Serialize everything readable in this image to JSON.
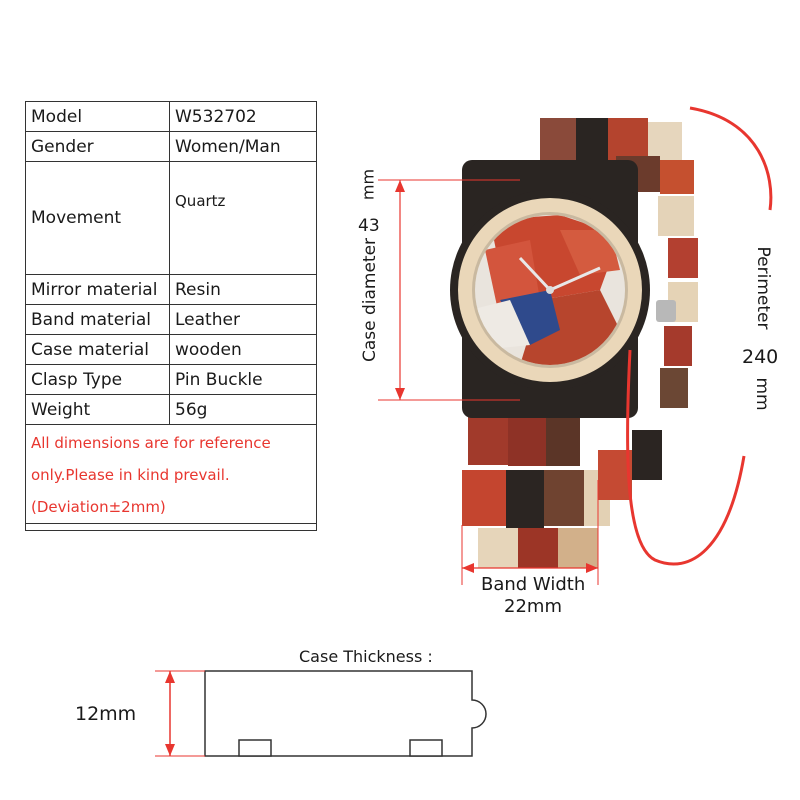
{
  "specs": {
    "rows": [
      {
        "key": "Model",
        "value": "W532702"
      },
      {
        "key": "Gender",
        "value": "Women/Man"
      },
      {
        "key": "Movement",
        "value": "Quartz"
      },
      {
        "key": "Mirror material",
        "value": "Resin"
      },
      {
        "key": "Band material",
        "value": "Leather"
      },
      {
        "key": "Case material",
        "value": "wooden"
      },
      {
        "key": "Clasp Type",
        "value": "Pin Buckle"
      },
      {
        "key": "Weight",
        "value": "56g"
      }
    ],
    "note_line1": "All dimensions are for reference",
    "note_line2": "only.Please in kind prevail.",
    "note_line3": "(Deviation±2mm)"
  },
  "dimensions": {
    "case_diameter_label": "Case diameter",
    "case_diameter_value": "43",
    "case_diameter_unit": "mm",
    "perimeter_label": "Perimeter",
    "perimeter_value": "240",
    "perimeter_unit": "mm",
    "band_width_label": "Band Width",
    "band_width_value": "22mm",
    "case_thickness_label": "Case Thickness :",
    "case_thickness_value": "12mm"
  },
  "colors": {
    "accent_red": "#e8362f",
    "line_dark": "#333333"
  }
}
